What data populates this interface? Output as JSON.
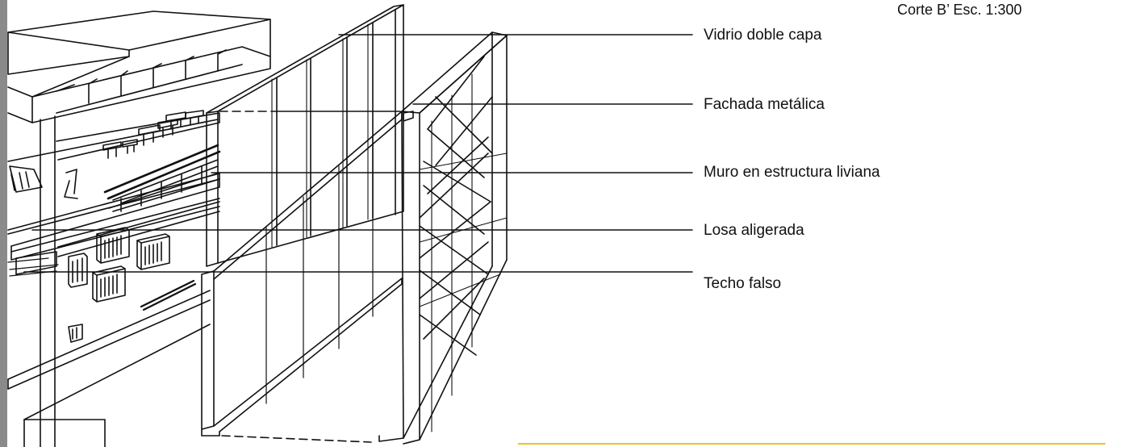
{
  "title": "Corte B’ Esc. 1:300",
  "callouts": {
    "vidrio": "Vidrio doble capa",
    "fachada": "Fachada metálica",
    "muro": "Muro en estructura liviana",
    "losa": "Losa aligerada",
    "techo": "Techo falso"
  },
  "colors": {
    "line": "#111111",
    "accent_rule": "#f2c21b",
    "left_edge": "#8a8a8a"
  }
}
